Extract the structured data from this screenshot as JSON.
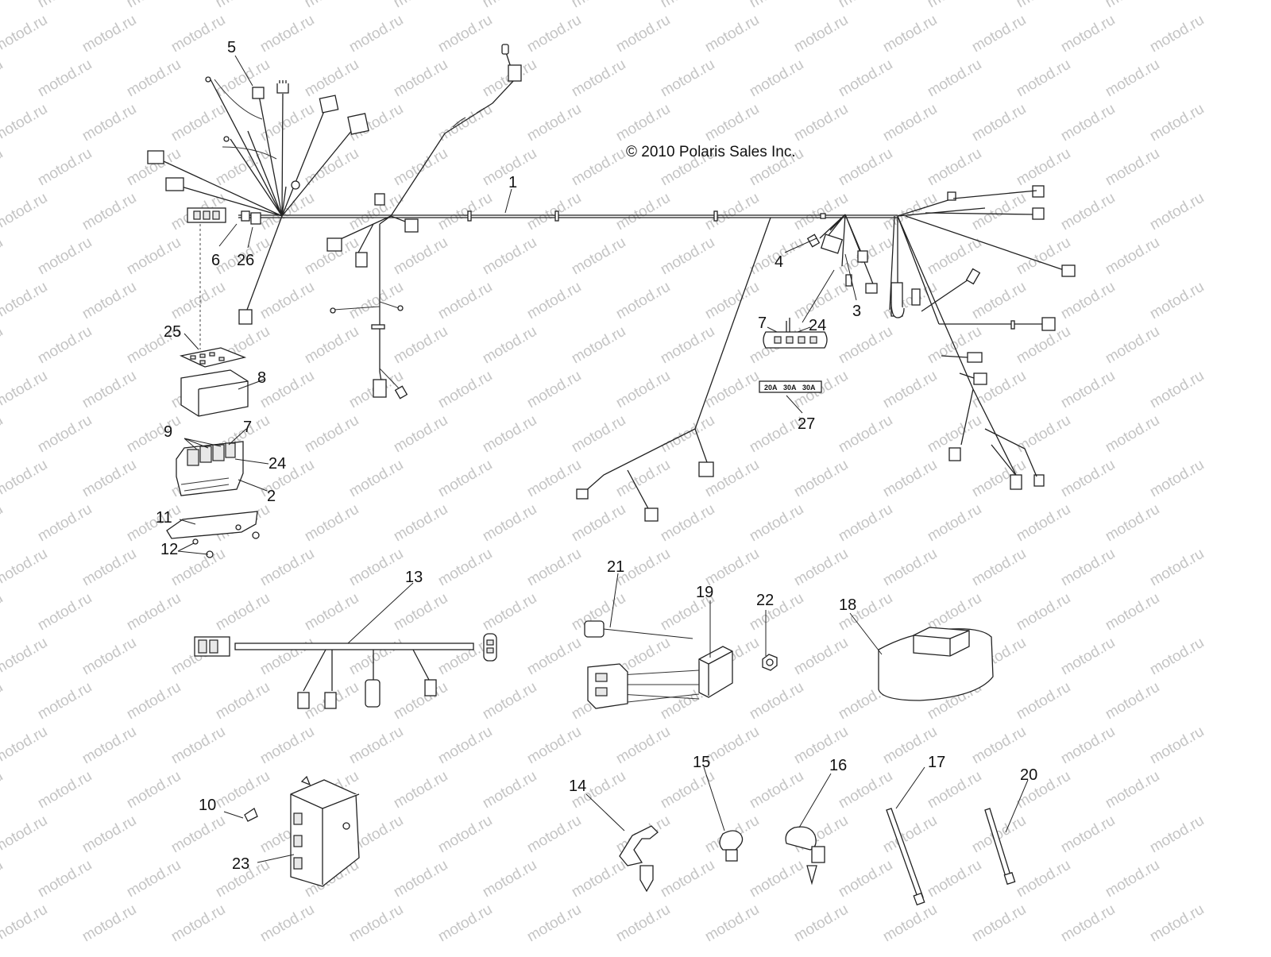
{
  "copyright": "© 2010 Polaris Sales Inc.",
  "watermark": "motod.ru",
  "fuse_ratings": [
    "20A",
    "30A",
    "30A"
  ],
  "callouts": [
    "1",
    "2",
    "3",
    "4",
    "5",
    "6",
    "7",
    "7",
    "8",
    "9",
    "10",
    "11",
    "12",
    "13",
    "14",
    "15",
    "16",
    "17",
    "18",
    "19",
    "20",
    "21",
    "22",
    "23",
    "24",
    "24",
    "25",
    "26",
    "27"
  ]
}
